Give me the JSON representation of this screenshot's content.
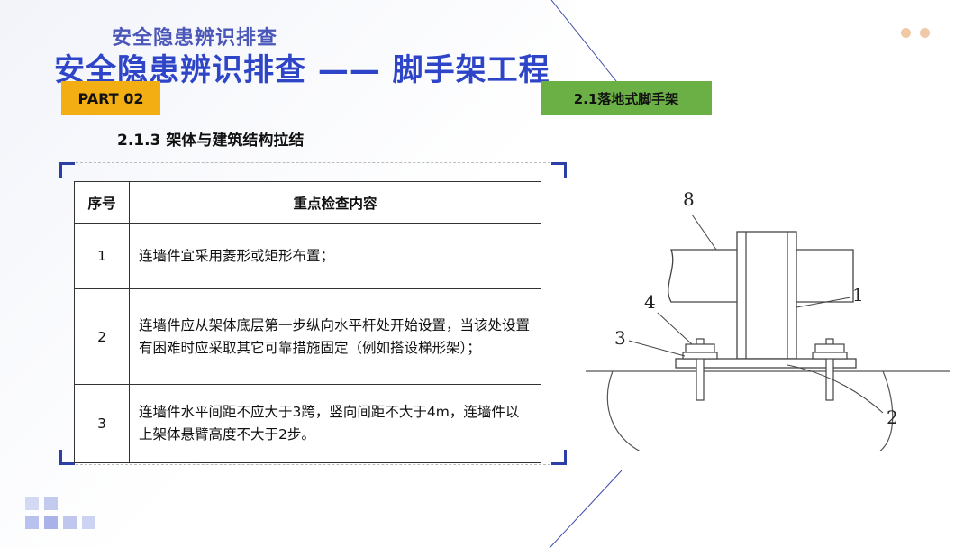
{
  "header": {
    "subtitle": "安全隐患辨识排查",
    "title": "安全隐患辨识排查 —— 脚手架工程",
    "part_label": "PART 02",
    "section_label": "2.1落地式脚手架"
  },
  "section_heading": "2.1.3 架体与建筑结构拉结",
  "table": {
    "headers": [
      "序号",
      "重点检查内容"
    ],
    "rows": [
      {
        "no": "1",
        "content": "连墙件宜采用菱形或矩形布置；"
      },
      {
        "no": "2",
        "content": "连墙件应从架体底层第一步纵向水平杆处开始设置，当该处设置有困难时应采取其它可靠措施固定（例如搭设梯形架）；"
      },
      {
        "no": "3",
        "content": "连墙件水平间距不应大于3跨，竖向间距不大于4m，连墙件以上架体悬臂高度不大于2步。"
      }
    ]
  },
  "diagram": {
    "labels": [
      "8",
      "4",
      "3",
      "1",
      "2"
    ]
  },
  "colors": {
    "title_blue": "#2f45c8",
    "part_orange": "#f2ae13",
    "section_green": "#6ab045",
    "frame_blue": "#2b3fa6"
  }
}
